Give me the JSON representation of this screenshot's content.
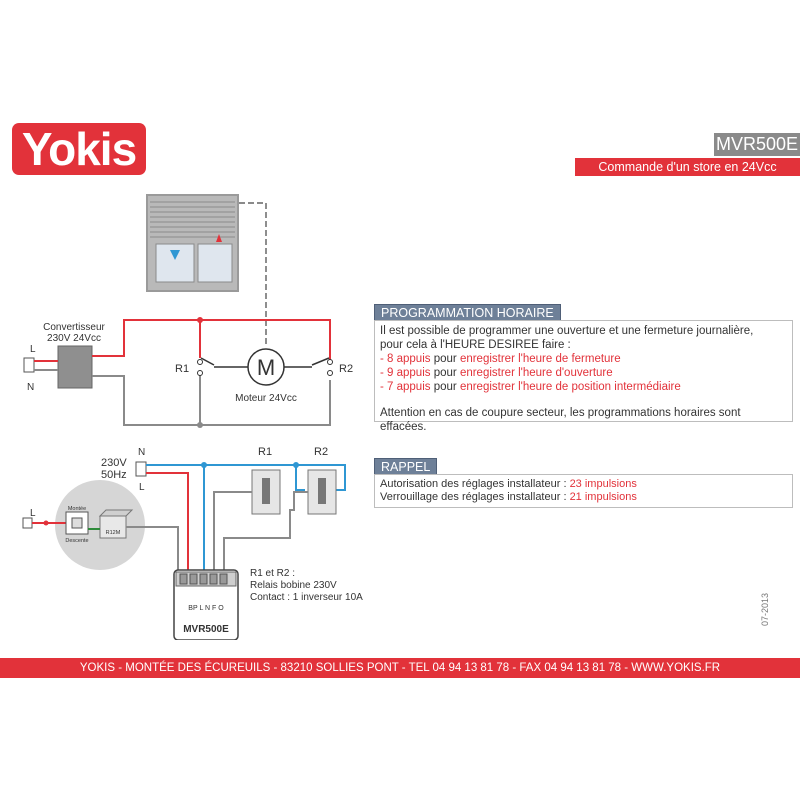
{
  "header": {
    "logo_text": "Yokis",
    "model": "MVR500E",
    "subtitle": "Commande d'un store en 24Vcc"
  },
  "colors": {
    "brand_red": "#e2323a",
    "panel_blue": "#6e8098",
    "wire_red": "#e2323a",
    "wire_blue": "#2f97d3",
    "wire_grey": "#8a8a8a"
  },
  "diagram": {
    "converter_label_1": "Convertisseur",
    "converter_label_2": "230V 24Vcc",
    "l_label": "L",
    "n_label": "N",
    "r1_label": "R1",
    "r2_label": "R2",
    "motor_symbol": "M",
    "motor_label": "Moteur 24Vcc",
    "supply_v": "230V",
    "supply_hz": "50Hz",
    "n2_label": "N",
    "l2_label": "L",
    "r1_top": "R1",
    "r2_top": "R2",
    "l3_label": "L",
    "switch_up": "Montée",
    "switch_down": "Descente",
    "switch_ref": "R12M",
    "relay_note_1": "R1 et R2 :",
    "relay_note_2": "Relais bobine 230V",
    "relay_note_3": "Contact : 1 inverseur 10A",
    "module_terminals": "BP L N F O",
    "module_name": "MVR500E"
  },
  "programmation": {
    "title": "PROGRAMMATION HORAIRE",
    "intro_1": "Il est possible de programmer une ouverture et une fermeture journalière,",
    "intro_2": "pour cela à l'HEURE DESIREE faire :",
    "items": [
      {
        "count": "- 8 appuis",
        "mid": " pour ",
        "action": "enregistrer l'heure de fermeture"
      },
      {
        "count": "- 9 appuis",
        "mid": " pour ",
        "action": "enregistrer l'heure d'ouverture"
      },
      {
        "count": "- 7 appuis",
        "mid": " pour ",
        "action": "enregistrer l'heure de position intermédiaire"
      }
    ],
    "warning": "Attention en cas de coupure secteur, les programmations horaires sont effacées."
  },
  "rappel": {
    "title": "RAPPEL",
    "line1_label": "Autorisation des réglages installateur : ",
    "line1_value": "23 impulsions",
    "line2_label": "Verrouillage des réglages installateur : ",
    "line2_value": "21 impulsions"
  },
  "footer": {
    "text": "YOKIS - MONTÉE DES ÉCUREUILS - 83210 SOLLIES PONT - TEL 04 94 13 81 78 - FAX 04 94 13 81 78 - WWW.YOKIS.FR",
    "date": "07-2013"
  }
}
